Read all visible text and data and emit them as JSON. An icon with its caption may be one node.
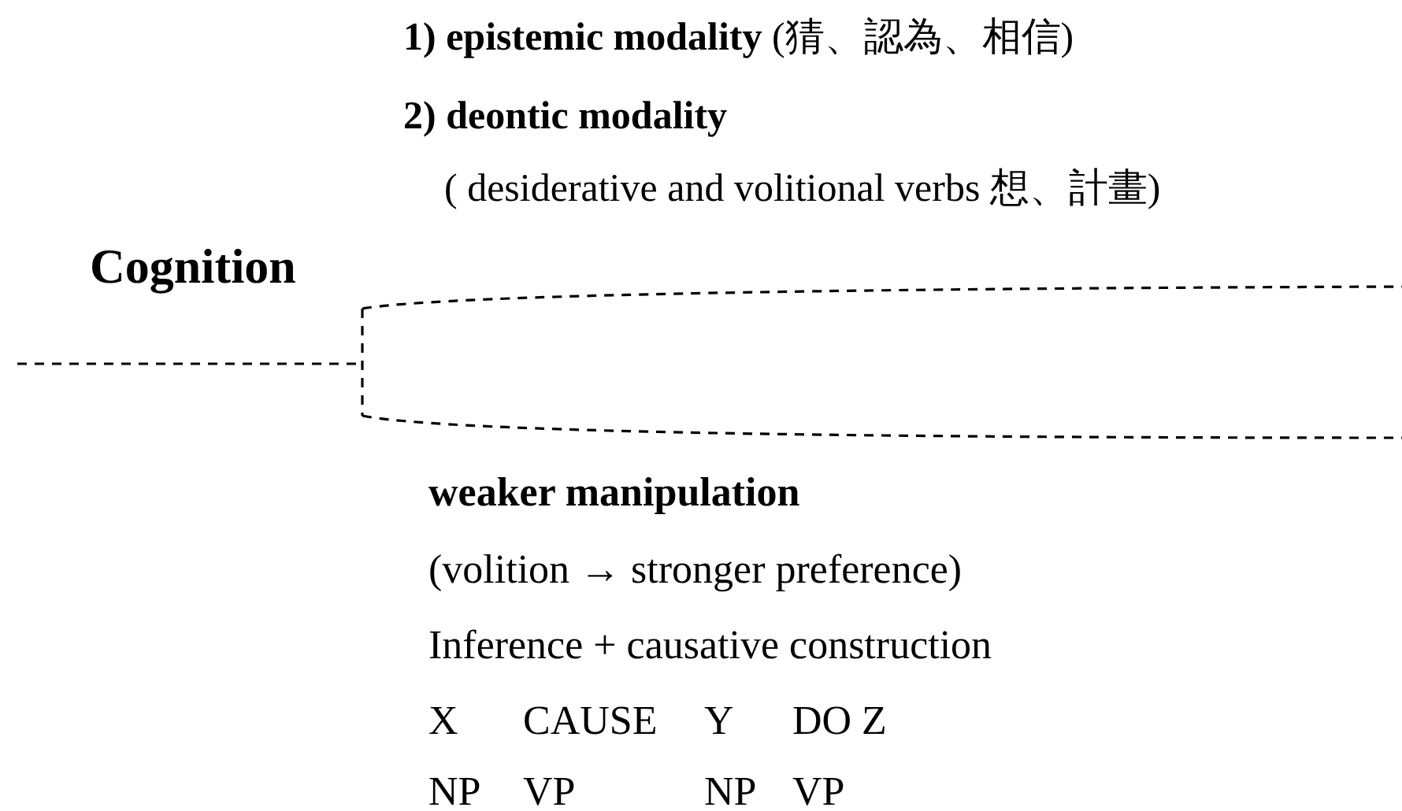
{
  "diagram": {
    "labels": [
      "**1) epistemic modality** (猜、認為、相信)",
      "2) deontic modality",
      "( desiderative and volitional verbs 想、計畫)",
      "Cognition",
      "weaker manipulation",
      "(volition → stronger preference)",
      "Inference + causative construction",
      "X",
      "CAUSE",
      "Y",
      "DO Z",
      "NP",
      "VP",
      "NP",
      "VP"
    ]
  }
}
